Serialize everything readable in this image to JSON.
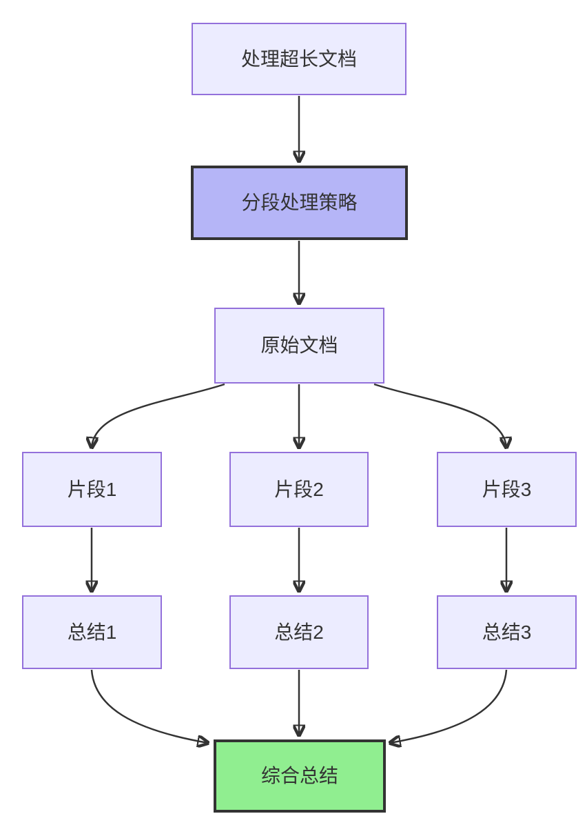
{
  "diagram": {
    "type": "flowchart",
    "direction": "top-down",
    "nodes": [
      {
        "id": "A",
        "label": "处理超长文档",
        "style": "lavender"
      },
      {
        "id": "B",
        "label": "分段处理策略",
        "style": "highlight-purple"
      },
      {
        "id": "C",
        "label": "原始文档",
        "style": "lavender"
      },
      {
        "id": "D",
        "label": "片段1",
        "style": "lavender"
      },
      {
        "id": "E",
        "label": "片段2",
        "style": "lavender"
      },
      {
        "id": "F",
        "label": "片段3",
        "style": "lavender"
      },
      {
        "id": "G",
        "label": "总结1",
        "style": "lavender"
      },
      {
        "id": "H",
        "label": "总结2",
        "style": "lavender"
      },
      {
        "id": "I",
        "label": "总结3",
        "style": "lavender"
      },
      {
        "id": "J",
        "label": "综合总结",
        "style": "highlight-green"
      }
    ],
    "edges": [
      {
        "from": "A",
        "to": "B"
      },
      {
        "from": "B",
        "to": "C"
      },
      {
        "from": "C",
        "to": "D"
      },
      {
        "from": "C",
        "to": "E"
      },
      {
        "from": "C",
        "to": "F"
      },
      {
        "from": "D",
        "to": "G"
      },
      {
        "from": "E",
        "to": "H"
      },
      {
        "from": "F",
        "to": "I"
      },
      {
        "from": "G",
        "to": "J"
      },
      {
        "from": "H",
        "to": "J"
      },
      {
        "from": "I",
        "to": "J"
      }
    ],
    "colors": {
      "background": "#ffffff",
      "node_fill": "#ECECFF",
      "node_border": "#9370DB",
      "highlight_purple_fill": "#b5b5f7",
      "highlight_green_fill": "#90EE90",
      "highlight_border": "#333333",
      "edge": "#333333",
      "text": "#333333"
    }
  }
}
